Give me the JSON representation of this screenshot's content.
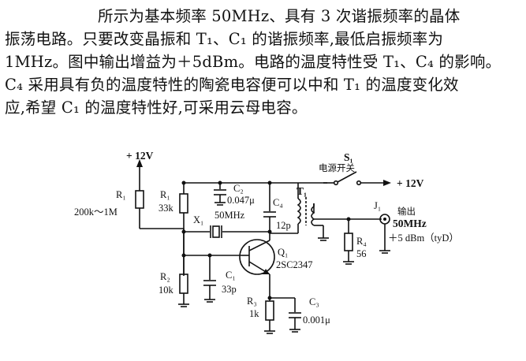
{
  "description": {
    "lines": [
      "所示为基本频率 50MHz、具有 3 次谐振频率的晶体",
      "振荡电路。只要改变晶振和 T₁、C₁ 的谐振频率,最低启振频率为",
      "1MHz。图中输出增益为＋5dBm。电路的温度特性受 T₁、C₄ 的影响。",
      "C₄ 采用具有负的温度特性的陶瓷电容便可以中和 T₁ 的温度变化效",
      "应,希望 C₁ 的温度特性好,可采用云母电容。"
    ]
  },
  "schematic": {
    "supply_left": "+ 12V",
    "supply_right": "+ 12V",
    "switch": {
      "ref": "S₁",
      "name": "电源开关"
    },
    "r_var": {
      "ref": "R₁",
      "value": "200k～1M"
    },
    "r1": {
      "ref": "R₁",
      "value": "33k"
    },
    "r2": {
      "ref": "R₂",
      "value": "10k"
    },
    "r3": {
      "ref": "R₃",
      "value": "1k"
    },
    "r4": {
      "ref": "R₄",
      "value": "56"
    },
    "c1": {
      "ref": "C₁",
      "value": "33p"
    },
    "c2": {
      "ref": "C₂",
      "value": "0.047μ"
    },
    "c3": {
      "ref": "C₃",
      "value": "0.001μ"
    },
    "c4": {
      "ref": "C₄",
      "value": "12p"
    },
    "x1": {
      "ref": "X₁",
      "value": "50MHz"
    },
    "q1": {
      "ref": "Q₁",
      "part": "2SC2347"
    },
    "t1": {
      "ref": "T₁"
    },
    "j1": {
      "ref": "J₁"
    },
    "output": {
      "label": "输出",
      "freq": "50MHz",
      "level": "＋5 dBm（tyD）"
    }
  }
}
